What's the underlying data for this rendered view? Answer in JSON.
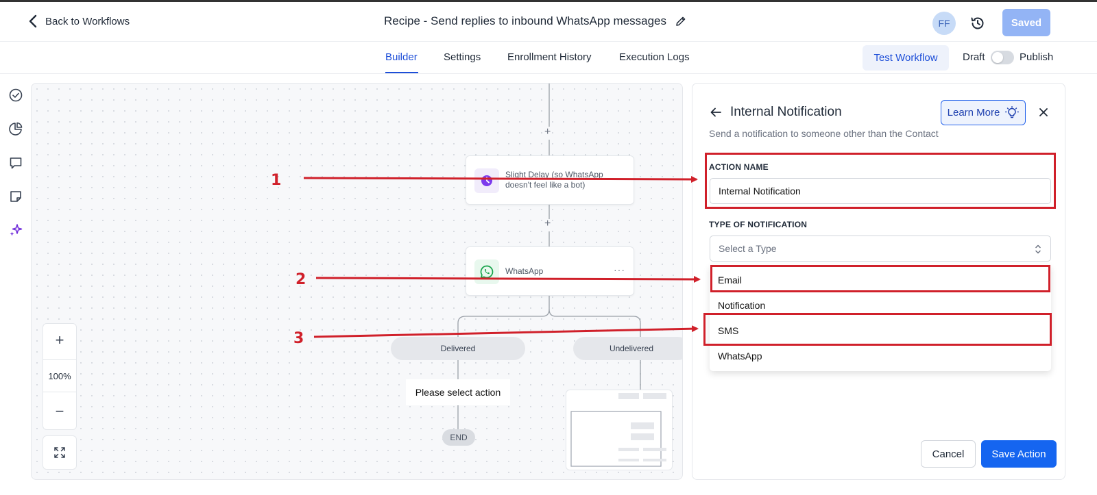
{
  "header": {
    "back_label": "Back to Workflows",
    "title": "Recipe - Send replies to inbound WhatsApp messages",
    "avatar_initials": "FF",
    "saved_label": "Saved"
  },
  "tabs": [
    {
      "label": "Builder",
      "active": true
    },
    {
      "label": "Settings"
    },
    {
      "label": "Enrollment History"
    },
    {
      "label": "Execution Logs"
    }
  ],
  "toolbar": {
    "test_label": "Test Workflow",
    "draft_label": "Draft",
    "publish_label": "Publish"
  },
  "rail_icons": [
    "check-circle-icon",
    "pie-chart-icon",
    "chat-bubble-icon",
    "note-icon",
    "sparkles-icon"
  ],
  "canvas": {
    "delay_node_label": "Slight Delay (so WhatsApp doesn't feel like a bot)",
    "whatsapp_node_label": "WhatsApp",
    "branch_delivered": "Delivered",
    "branch_undelivered": "Undelivered",
    "placeholder_action": "Please select action",
    "end_label": "END",
    "zoom_level": "100%",
    "add_symbol": "+",
    "node_menu": "···",
    "zoom_in": "+",
    "zoom_out": "−"
  },
  "panel": {
    "title": "Internal Notification",
    "learn_more_label": "Learn More",
    "subtitle": "Send a notification to someone other than the Contact",
    "action_name_label": "ACTION NAME",
    "action_name_value": "Internal Notification",
    "type_label": "TYPE OF NOTIFICATION",
    "type_placeholder": "Select a Type",
    "type_options": [
      "Email",
      "Notification",
      "SMS",
      "WhatsApp"
    ],
    "cancel_label": "Cancel",
    "save_label": "Save Action"
  },
  "annotations": [
    "1",
    "2",
    "3"
  ],
  "colors": {
    "accent": "#1d4ed8",
    "primary_button": "#1565f0",
    "saved_button": "#93b4f5",
    "annotation_red": "#d0202a",
    "whatsapp_green": "#25d366",
    "delay_purple": "#7c3aed"
  }
}
